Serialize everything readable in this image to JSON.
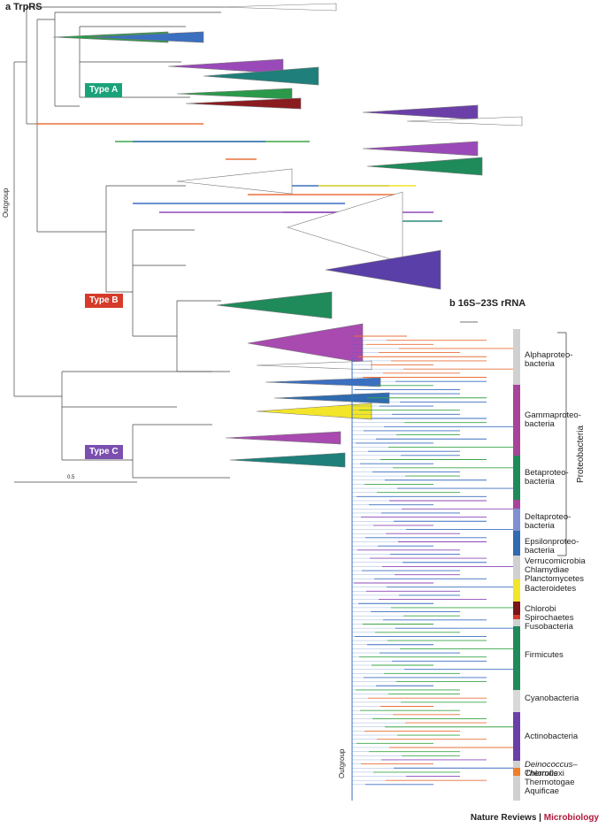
{
  "panel_a": {
    "title": "a TrpRS",
    "outgroup": "Outgroup",
    "scale": "0.5",
    "types": [
      {
        "label": "Type A",
        "color": "#1aa37a"
      },
      {
        "label": "Type B",
        "color": "#d63b2a"
      },
      {
        "label": "Type C",
        "color": "#7b4fb0"
      }
    ]
  },
  "panel_b": {
    "title": "b 16S–23S rRNA",
    "outgroup": "Outgroup",
    "superclade": "Proteobacteria",
    "taxa": [
      {
        "name": "Alphaproteo-\nbacteria",
        "color": "#cfcfcf"
      },
      {
        "name": "Gammaproteo-\nbacteria",
        "color": "#a7449a"
      },
      {
        "name": "Betaproteo-\nbacteria",
        "color": "#1f8a5a"
      },
      {
        "name": "Deltaproteo-\nbacteria",
        "color": "#7f8fd0"
      },
      {
        "name": "Epsilonproteo-\nbacteria",
        "color": "#2f6bb0"
      },
      {
        "name": "Verrucomicrobia",
        "color": "#cfcfcf"
      },
      {
        "name": "Chlamydiae",
        "color": "#cfcfcf"
      },
      {
        "name": "Planctomycetes",
        "color": "#cfcfcf"
      },
      {
        "name": "Bacteroidetes",
        "color": "#f2e52a"
      },
      {
        "name": "Chlorobi",
        "color": "#7a1518"
      },
      {
        "name": "Spirochaetes",
        "color": "#d23a2a"
      },
      {
        "name": "Fusobacteria",
        "color": "#cfcfcf"
      },
      {
        "name": "Firmicutes",
        "color": "#1f8a5a"
      },
      {
        "name": "Cyanobacteria",
        "color": "#d8d8d8"
      },
      {
        "name": "Actinobacteria",
        "color": "#6b3fa8"
      },
      {
        "name": "Deinococcus–Thermus",
        "color": "#cfcfcf"
      },
      {
        "name": "Chloroflexi",
        "color": "#f07d2a"
      },
      {
        "name": "Thermotogae",
        "color": "#cfcfcf"
      },
      {
        "name": "Aquificae",
        "color": "#cfcfcf"
      }
    ]
  },
  "credit": {
    "journal": "Nature Reviews",
    "sep": " | ",
    "section": "Microbiology",
    "section_color": "#b0183a"
  },
  "colors": {
    "blue": "#3b6fc0",
    "orange": "#e8703a",
    "green": "#3aa64a",
    "purple": "#8d4ab8",
    "teal": "#2a8a7a"
  }
}
